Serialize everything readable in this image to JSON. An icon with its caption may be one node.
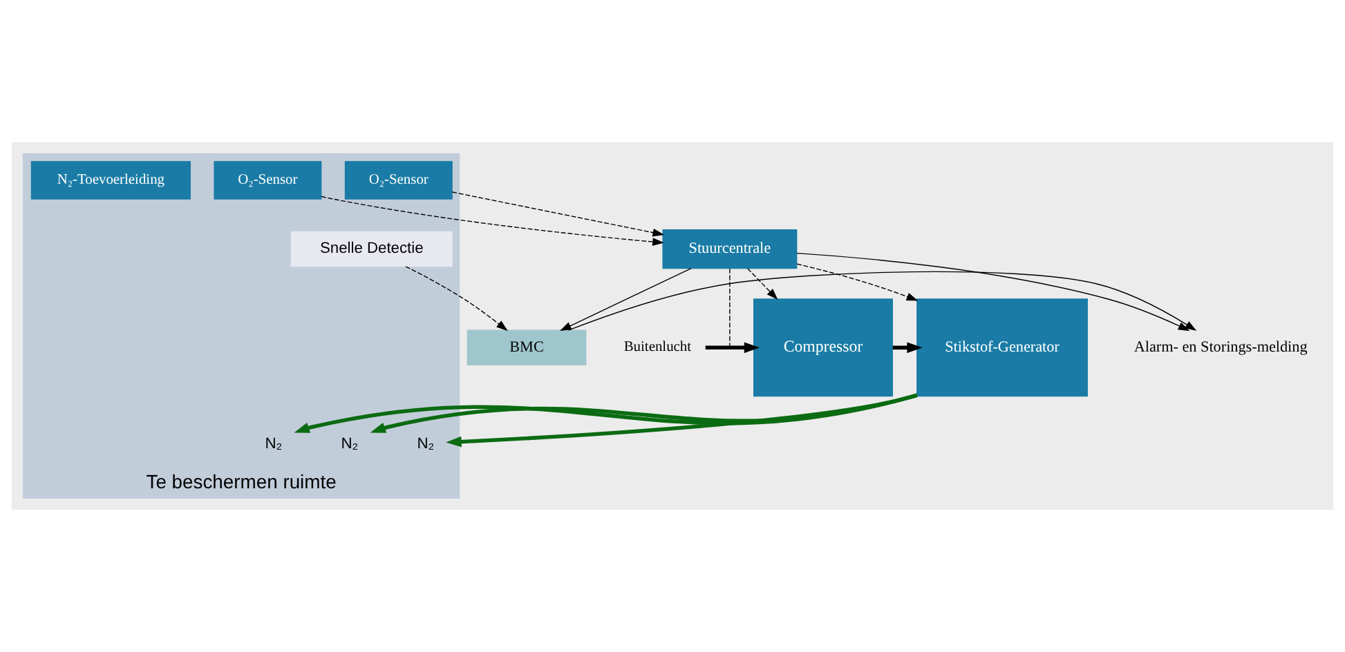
{
  "diagram": {
    "nodes": [
      {
        "text": [
          "Alarm- en Storings-melding"
        ]
      },
      {
        "text": [
          "BMC"
        ]
      },
      {
        "text": [
          "Stuurcentrale"
        ]
      },
      {
        "text": [
          "Buitenlucht"
        ]
      },
      {
        "text": [
          "Compressor"
        ]
      },
      {
        "text": [
          "Stikstof-Generator"
        ]
      },
      {
        "text": [
          "Te beschermen ruimte"
        ]
      },
      {
        "text": [
          "Snelle Detectie"
        ],
        "in": 6
      },
      {
        "text": [
          "O₂-Sensor"
        ],
        "in": 6
      },
      {
        "text": [
          "O₂-Sensor"
        ],
        "in": 6
      },
      {
        "text": [
          "N₂-Toevoerleiding"
        ],
        "in": 6
      },
      {
        "text": [
          "N₂"
        ],
        "in": 6
      },
      {
        "text": [
          "N₂"
        ],
        "in": 6
      },
      {
        "text": [
          "N₂"
        ],
        "in": 6
      }
    ],
    "edges": [
      {
        "from": 1,
        "to": 0,
        "arrow": "to"
      },
      {
        "from": 2,
        "to": 0,
        "arrow": "to"
      },
      {
        "from": 2,
        "to": 1,
        "arrow": "to"
      },
      {
        "from": 7,
        "to": 1,
        "arrow": "to",
        "style": "dashed"
      },
      {
        "from": 8,
        "to": 2,
        "arrow": "to",
        "style": "dashed"
      },
      {
        "from": 9,
        "to": 2,
        "arrow": "to",
        "style": "dashed"
      },
      {
        "from": 2,
        "to": null,
        "arrow": "none",
        "style": "dashed"
      },
      {
        "from": 2,
        "to": 4,
        "arrow": "to",
        "style": "dashed"
      },
      {
        "from": 2,
        "to": 5,
        "arrow": "to",
        "style": "dashed"
      },
      {
        "from": 3,
        "to": 4,
        "arrow": "to",
        "style": "thick"
      },
      {
        "from": 4,
        "to": 5,
        "arrow": "to",
        "style": "thick"
      },
      {
        "from": 5,
        "to": 11,
        "arrow": "to",
        "style": "thick",
        "color": "#0b6b12"
      },
      {
        "from": 5,
        "to": 12,
        "arrow": "to",
        "style": "thick",
        "color": "#0b6b12"
      },
      {
        "from": 5,
        "to": 13,
        "arrow": "to",
        "style": "thick",
        "color": "#0b6b12"
      }
    ]
  }
}
